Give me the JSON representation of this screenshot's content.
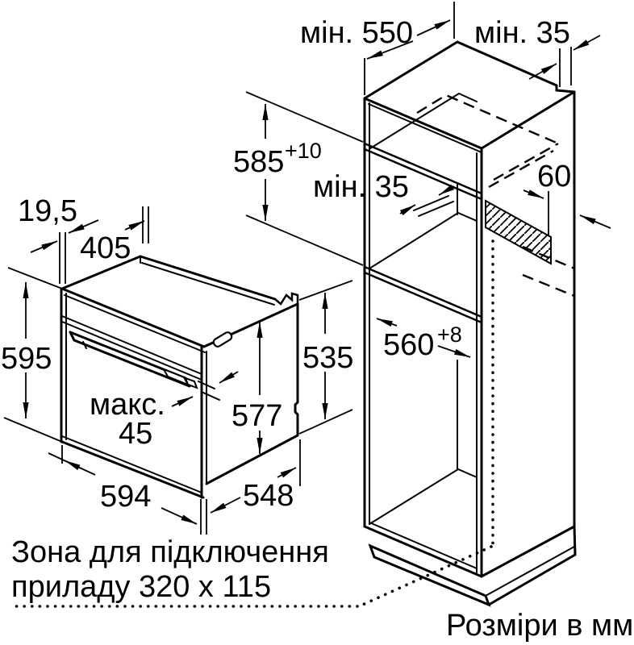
{
  "oven": {
    "dim_19_5": "19,5",
    "dim_405": "405",
    "dim_595": "595",
    "dim_max_label": "макс.",
    "dim_max_value": "45",
    "dim_577": "577",
    "dim_535": "535",
    "dim_594": "594",
    "dim_548": "548"
  },
  "cabinet": {
    "dim_min550": "мін. 550",
    "dim_min35_top": "мін. 35",
    "dim_585": "585",
    "dim_585_sup": "+10",
    "dim_min35_mid": "мін. 35",
    "dim_60": "60",
    "dim_560": "560",
    "dim_560_sup": "+8"
  },
  "notes": {
    "connection_zone_line1": "Зона для підключення",
    "connection_zone_line2": "приладу 320 x 115",
    "units_note": "Розміри в мм"
  },
  "colors": {
    "line": "#000000",
    "background": "#ffffff"
  }
}
